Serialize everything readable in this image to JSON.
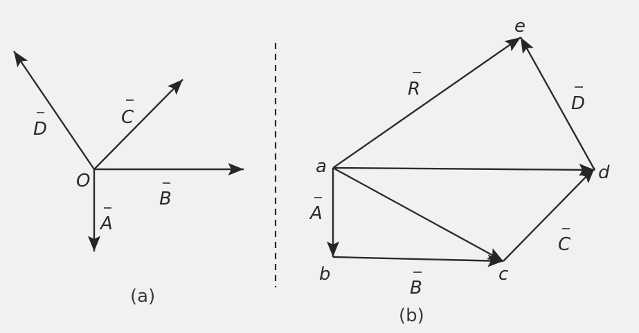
{
  "panel_a": {
    "origin_label": "O",
    "vectors": {
      "A": "A",
      "B": "B",
      "C": "C",
      "D": "D"
    },
    "caption": "(a)"
  },
  "panel_b": {
    "points": {
      "a": "a",
      "b": "b",
      "c": "c",
      "d": "d",
      "e": "e"
    },
    "vectors": {
      "A": "A",
      "B": "B",
      "C": "C",
      "D": "D",
      "R": "R"
    },
    "caption": "(b)"
  },
  "colors": {
    "ink": "#2b2b2b",
    "paper": "#f1f1f0"
  }
}
